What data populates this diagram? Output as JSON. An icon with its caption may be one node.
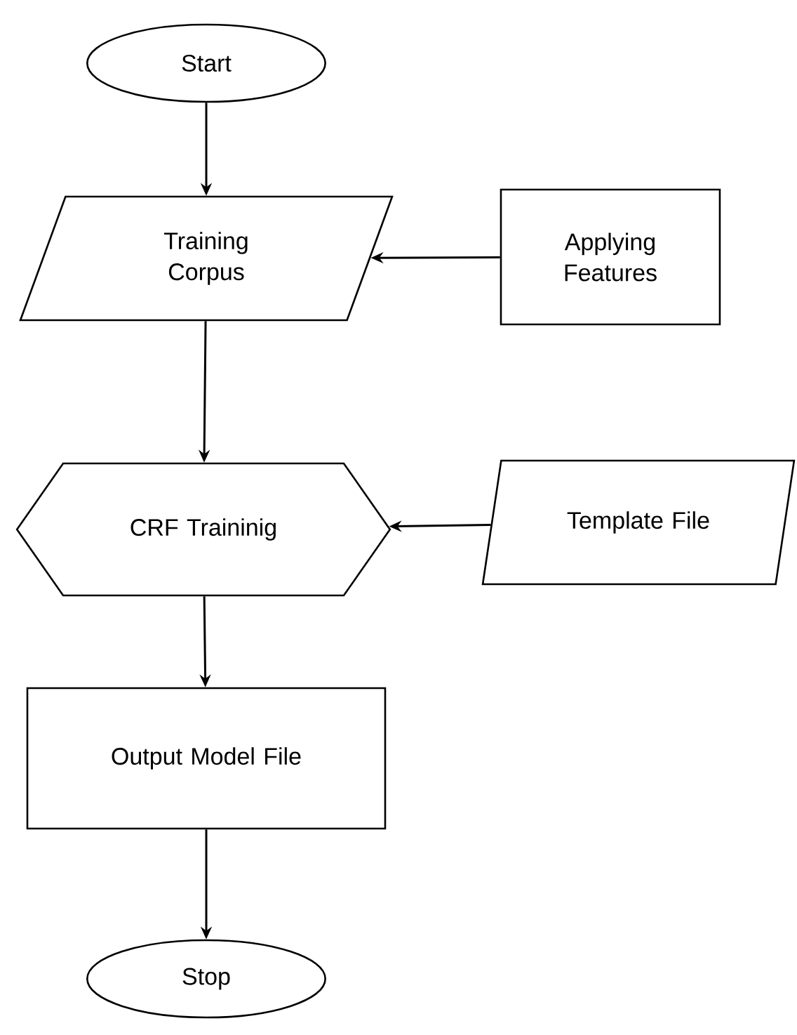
{
  "diagram": {
    "nodes": [
      {
        "text": [
          "Start"
        ]
      },
      {
        "text": [
          "Training Corpus"
        ]
      },
      {
        "text": [
          "Applying Features"
        ]
      },
      {
        "text": [
          "CRF Traininig"
        ]
      },
      {
        "text": [
          "Template File"
        ]
      },
      {
        "text": [
          "Output Model File"
        ]
      },
      {
        "text": [
          "Stop"
        ]
      }
    ],
    "edges": [
      {
        "from": 0,
        "to": 1,
        "arrow": "to"
      },
      {
        "from": 2,
        "to": 1,
        "arrow": "to"
      },
      {
        "from": 1,
        "to": 3,
        "arrow": "to"
      },
      {
        "from": 4,
        "to": 3,
        "arrow": "to"
      },
      {
        "from": 3,
        "to": 5,
        "arrow": "to"
      },
      {
        "from": 5,
        "to": 6,
        "arrow": "to"
      }
    ]
  }
}
